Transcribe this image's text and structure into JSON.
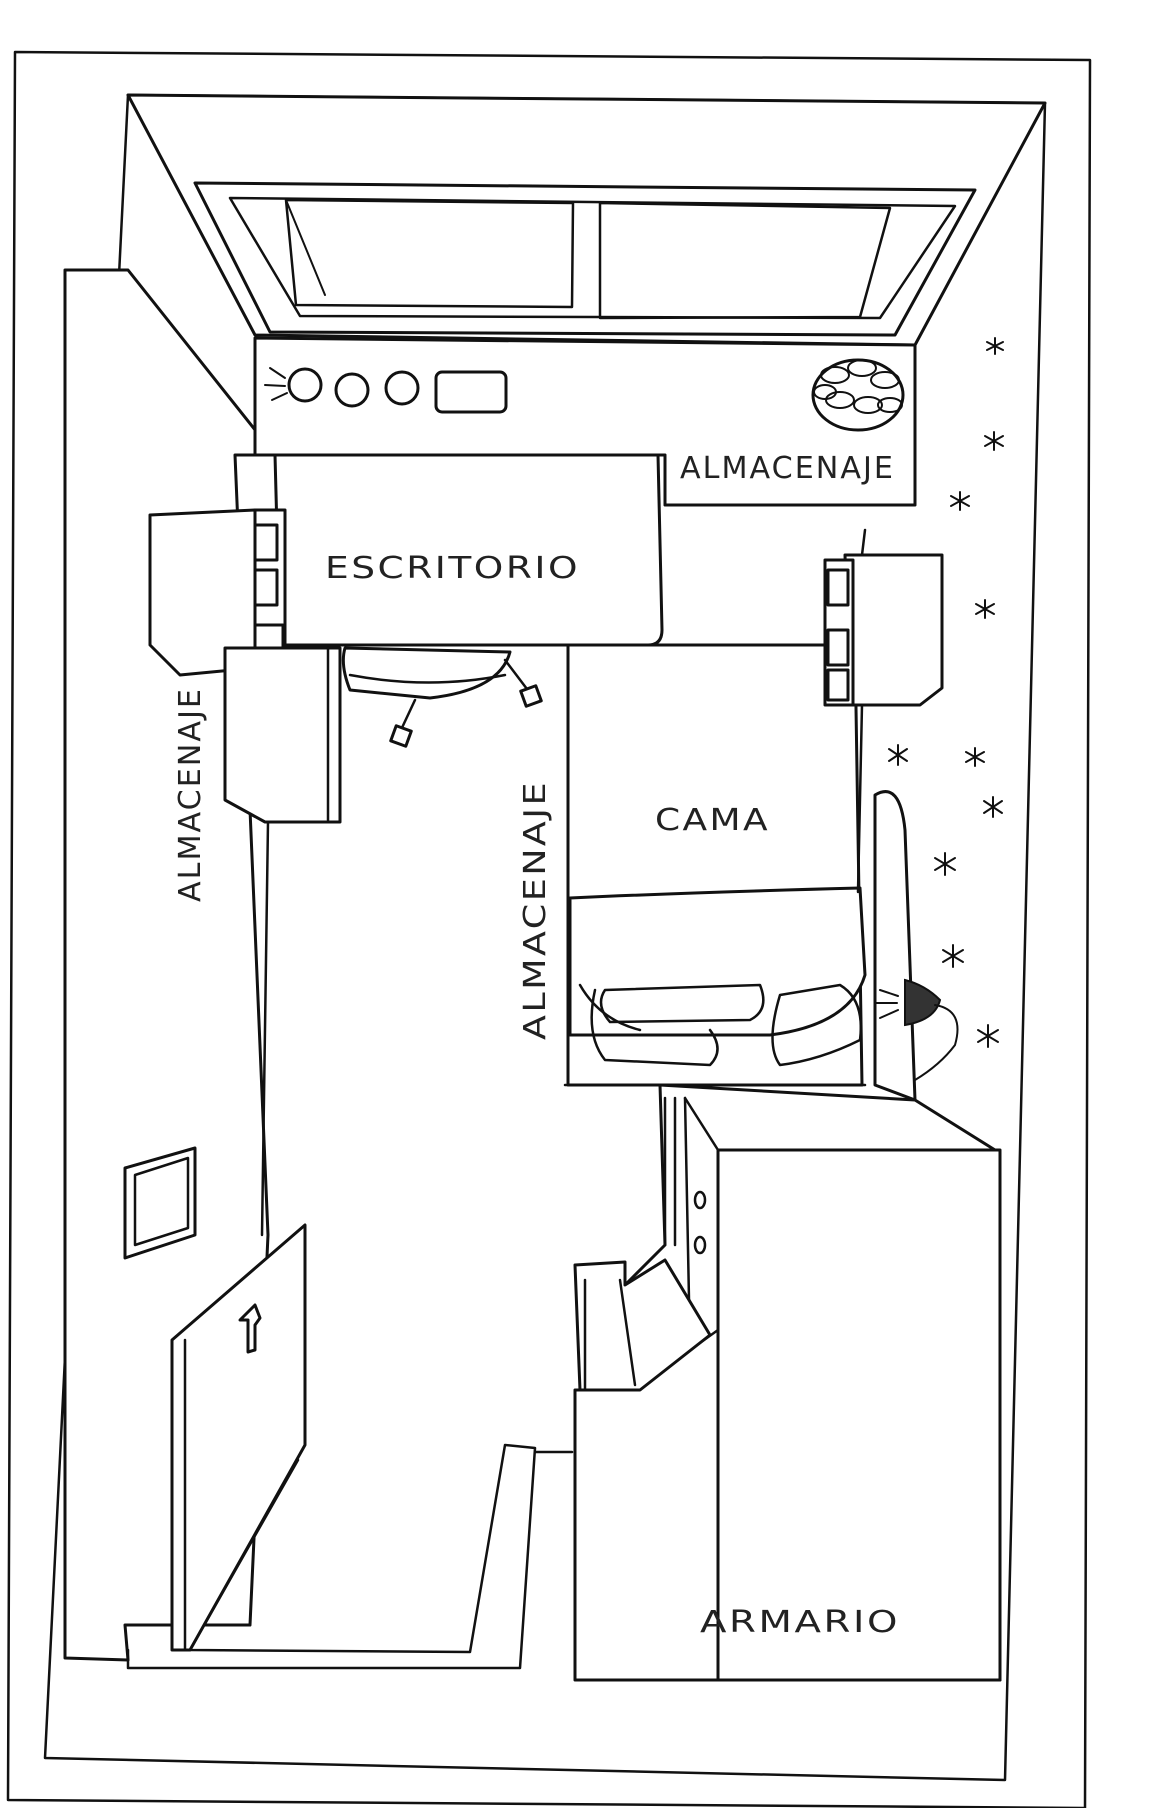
{
  "labels": {
    "storage_top_right": "ALMACENAJE",
    "desk": "ESCRITORIO",
    "storage_left": "ALMACENAJE",
    "storage_middle": "ALMACENAJE",
    "bed": "CAMA",
    "wardrobe": "ARMARIO"
  },
  "colors": {
    "line": "#111111",
    "background": "#ffffff",
    "lamp": "#333333"
  },
  "icons": {
    "plant": "flower-pot-icon",
    "lamp": "bedside-lamp-icon",
    "stars": "wall-star-decoration-icon"
  }
}
